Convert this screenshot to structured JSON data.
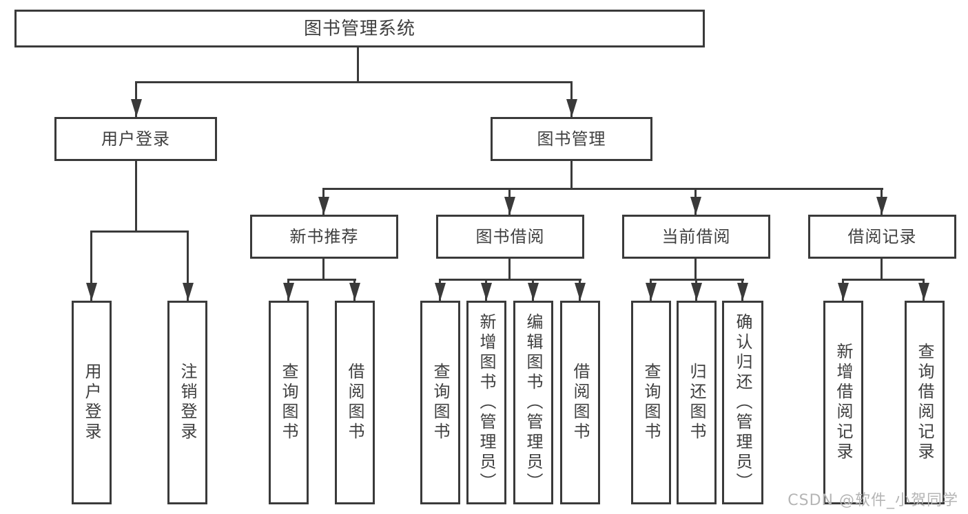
{
  "diagram": {
    "root": {
      "label": "图书管理系统"
    },
    "user_login": {
      "label": "用户登录",
      "children": [
        {
          "label": "用户登录"
        },
        {
          "label": "注销登录"
        }
      ]
    },
    "book_mgmt": {
      "label": "图书管理",
      "sections": [
        {
          "label": "新书推荐",
          "children": [
            {
              "label": "查询图书"
            },
            {
              "label": "借阅图书"
            }
          ]
        },
        {
          "label": "图书借阅",
          "children": [
            {
              "label": "查询图书"
            },
            {
              "label": "新增图书（管理员）"
            },
            {
              "label": "编辑图书（管理员）"
            },
            {
              "label": "借阅图书"
            }
          ]
        },
        {
          "label": "当前借阅",
          "children": [
            {
              "label": "查询图书"
            },
            {
              "label": "归还图书"
            },
            {
              "label": "确认归还（管理员）"
            }
          ]
        },
        {
          "label": "借阅记录",
          "children": [
            {
              "label": "新增借阅记录"
            },
            {
              "label": "查询借阅记录"
            }
          ]
        }
      ]
    }
  },
  "watermark": {
    "text": "CSDN @软件_小贺同学"
  },
  "colors": {
    "line": "#3a3a3a",
    "text": "#3f3f3f",
    "watermark": "#b5b5b5",
    "background": "#ffffff"
  }
}
